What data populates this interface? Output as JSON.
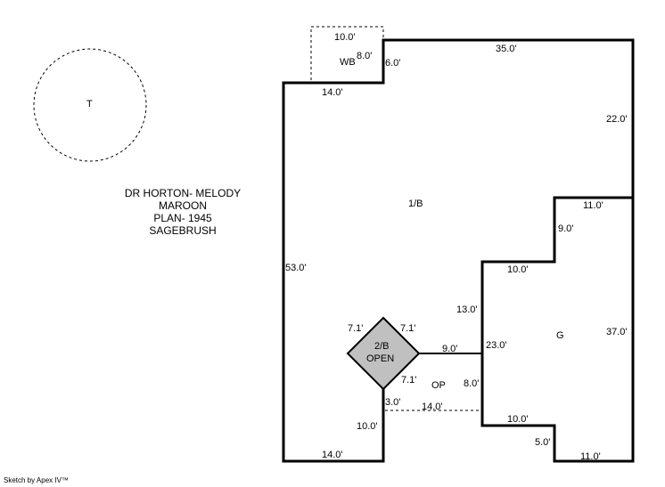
{
  "tree_label": "T",
  "notes": [
    "DR HORTON- MELODY",
    "MAROON",
    "PLAN- 1945",
    "SAGEBRUSH"
  ],
  "credit": "Sketch by Apex IV™",
  "areas": {
    "main": "1/B",
    "wb": "WB",
    "second_story_1": "2/B",
    "second_story_2": "OPEN",
    "op": "OP",
    "garage": "G"
  },
  "dimensions": {
    "wb_top": "10.0'",
    "wb_side": "8.0'",
    "wb_step": "6.0'",
    "top": "35.0'",
    "left_top": "14.0'",
    "right_upper": "22.0'",
    "garage_top": "11.0'",
    "garage_step": "9.0'",
    "garage_step_h": "10.0'",
    "garage_right": "37.0'",
    "garage_left_upper": "13.0'",
    "garage_left": "23.0'",
    "left": "53.0'",
    "diamond_nw": "7.1'",
    "diamond_ne": "7.1'",
    "diamond_se": "7.1'",
    "porch_top": "9.0'",
    "porch_right": "8.0'",
    "porch_left": "3.0'",
    "porch_bottom": "14.0'",
    "bottom_step_v": "10.0'",
    "bottom_left": "14.0'",
    "garage_bottom_step": "10.0'",
    "garage_bottom_v": "5.0'",
    "garage_bottom": "11.0'"
  }
}
